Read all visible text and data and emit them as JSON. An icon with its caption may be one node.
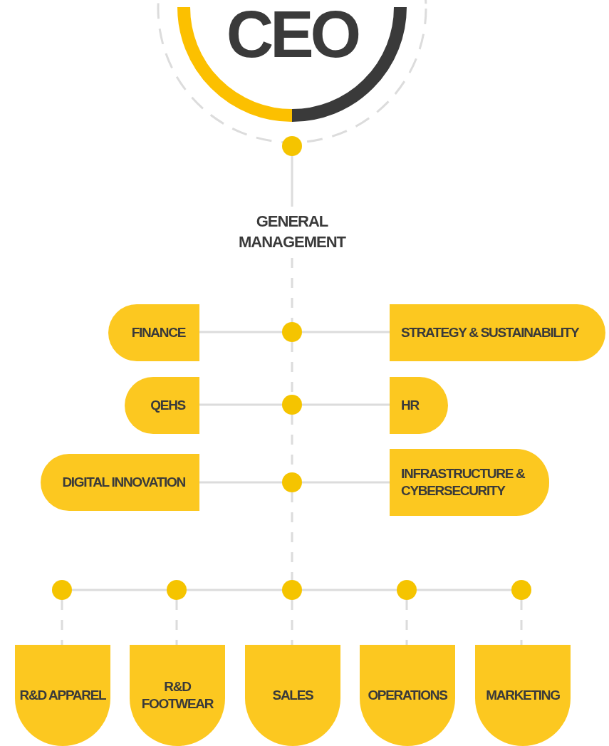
{
  "diagram": {
    "nodes": [
      {
        "text": [
          "CEO"
        ]
      },
      {
        "text": [],
        "shape": "circle"
      },
      {
        "text": [
          "GENERAL MANAGEMENT"
        ]
      },
      {
        "text": [
          "FINANCE"
        ]
      },
      {
        "text": [],
        "shape": "circle"
      },
      {
        "text": [
          "STRATEGY & SUSTAINABILITY"
        ]
      },
      {
        "text": [
          "QEHS"
        ]
      },
      {
        "text": [],
        "shape": "circle"
      },
      {
        "text": [
          "HR"
        ]
      },
      {
        "text": [
          "DIGITAL INNOVATION"
        ]
      },
      {
        "text": [],
        "shape": "circle"
      },
      {
        "text": [
          "INFRASTRUCTURE & CYBERSECURITY"
        ]
      },
      {
        "text": [],
        "shape": "circle"
      },
      {
        "text": [],
        "shape": "circle"
      },
      {
        "text": [],
        "shape": "circle"
      },
      {
        "text": [],
        "shape": "circle"
      },
      {
        "text": [],
        "shape": "circle"
      },
      {
        "text": [
          "R&D APPAREL"
        ]
      },
      {
        "text": [
          "R&D FOOTWEAR"
        ]
      },
      {
        "text": [
          "SALES"
        ]
      },
      {
        "text": [
          "OPERATIONS"
        ]
      },
      {
        "text": [
          "MARKETING"
        ]
      }
    ],
    "edges": [
      {
        "from": 1,
        "to": 2,
        "arrow": "none"
      },
      {
        "from": 2,
        "to": 4,
        "arrow": "none",
        "style": "dashed"
      },
      {
        "from": 4,
        "to": 3,
        "arrow": "none"
      },
      {
        "from": 4,
        "to": 5,
        "arrow": "none"
      },
      {
        "from": 4,
        "to": 7,
        "arrow": "none",
        "style": "dashed"
      },
      {
        "from": 7,
        "to": 6,
        "arrow": "none"
      },
      {
        "from": 7,
        "to": 8,
        "arrow": "none"
      },
      {
        "from": 7,
        "to": 10,
        "arrow": "none",
        "style": "dashed"
      },
      {
        "from": 10,
        "to": 9,
        "arrow": "none"
      },
      {
        "from": 10,
        "to": 11,
        "arrow": "none"
      },
      {
        "from": 10,
        "to": 14,
        "arrow": "none",
        "style": "dashed"
      },
      {
        "from": 12,
        "to": 13,
        "arrow": "none"
      },
      {
        "from": 13,
        "to": 14,
        "arrow": "none"
      },
      {
        "from": 14,
        "to": 15,
        "arrow": "none"
      },
      {
        "from": 15,
        "to": 16,
        "arrow": "none"
      },
      {
        "from": 12,
        "to": 17,
        "arrow": "none",
        "style": "dashed"
      },
      {
        "from": 13,
        "to": 18,
        "arrow": "none",
        "style": "dashed"
      },
      {
        "from": 14,
        "to": 19,
        "arrow": "none",
        "style": "dashed"
      },
      {
        "from": 15,
        "to": 20,
        "arrow": "none",
        "style": "dashed"
      },
      {
        "from": 16,
        "to": 21,
        "arrow": "none",
        "style": "dashed"
      }
    ]
  }
}
